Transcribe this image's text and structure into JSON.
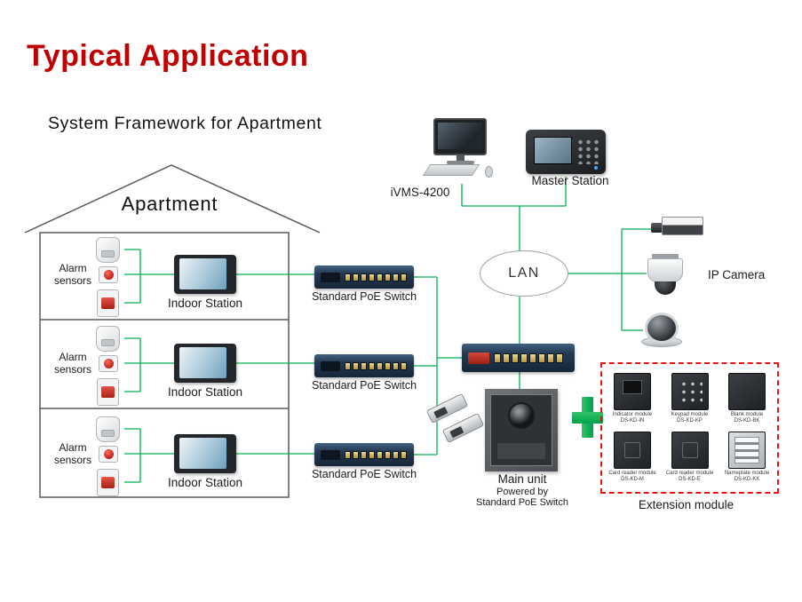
{
  "title": "Typical Application",
  "subtitle": "System Framework for Apartment",
  "house": {
    "label": "Apartment"
  },
  "floors": [
    {
      "alarm_label": "Alarm sensors",
      "station_label": "Indoor Station"
    },
    {
      "alarm_label": "Alarm sensors",
      "station_label": "Indoor Station"
    },
    {
      "alarm_label": "Alarm sensors",
      "station_label": "Indoor Station"
    }
  ],
  "switches": [
    {
      "label": "Standard PoE Switch"
    },
    {
      "label": "Standard PoE Switch"
    },
    {
      "label": "Standard PoE Switch"
    }
  ],
  "top_devices": {
    "ivms_label": "iVMS-4200",
    "master_label": "Master Station"
  },
  "network": {
    "lan_label": "LAN",
    "ip_camera_label": "IP Camera"
  },
  "main_unit": {
    "label": "Main unit",
    "powered_by": "Powered by",
    "powered_by_line2": "Standard PoE Switch"
  },
  "extension": {
    "label": "Extension module",
    "modules": [
      {
        "caption": "Indicator module",
        "model": "DS-KD-IN"
      },
      {
        "caption": "Keypad module",
        "model": "DS-KD-KP"
      },
      {
        "caption": "Blank module",
        "model": "DS-KD-BK"
      },
      {
        "caption": "Card reader module",
        "model": "DS-KD-M"
      },
      {
        "caption": "Card reader module",
        "model": "DS-KD-E"
      },
      {
        "caption": "Nameplate module",
        "model": "DS-KD-KK"
      }
    ]
  },
  "colors": {
    "accent_red": "#C00000",
    "line_green": "#00B050",
    "extension_border": "#EE1111"
  }
}
